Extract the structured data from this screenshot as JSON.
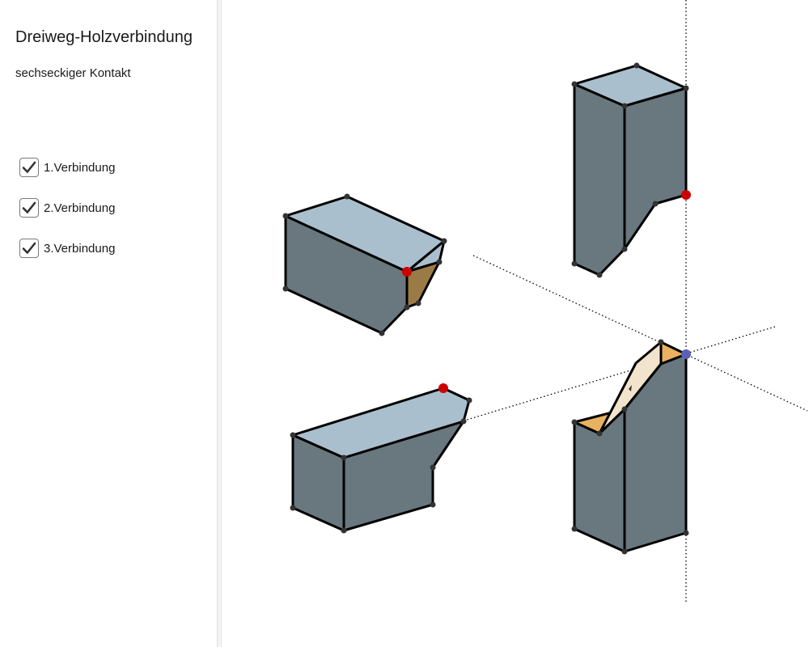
{
  "sidebar": {
    "title": "Dreiweg-Holzverbindung",
    "subtitle": "sechseckiger Kontakt",
    "checkboxes": [
      {
        "label": "1.Verbindung",
        "checked": true
      },
      {
        "label": "2.Verbindung",
        "checked": true
      },
      {
        "label": "3.Verbindung",
        "checked": true
      }
    ]
  },
  "icons": {
    "check": "check-icon"
  },
  "colors": {
    "top_face": "#aabfcd",
    "side_face": "#69777f",
    "contact_brown": "#9b7b45",
    "contact_orange": "#e8b260",
    "contact_cream": "#f2e4cc",
    "red_point": "#cc0000",
    "blue_point": "#5a5fb8",
    "vertex": "#333333",
    "edge": "#000000"
  }
}
